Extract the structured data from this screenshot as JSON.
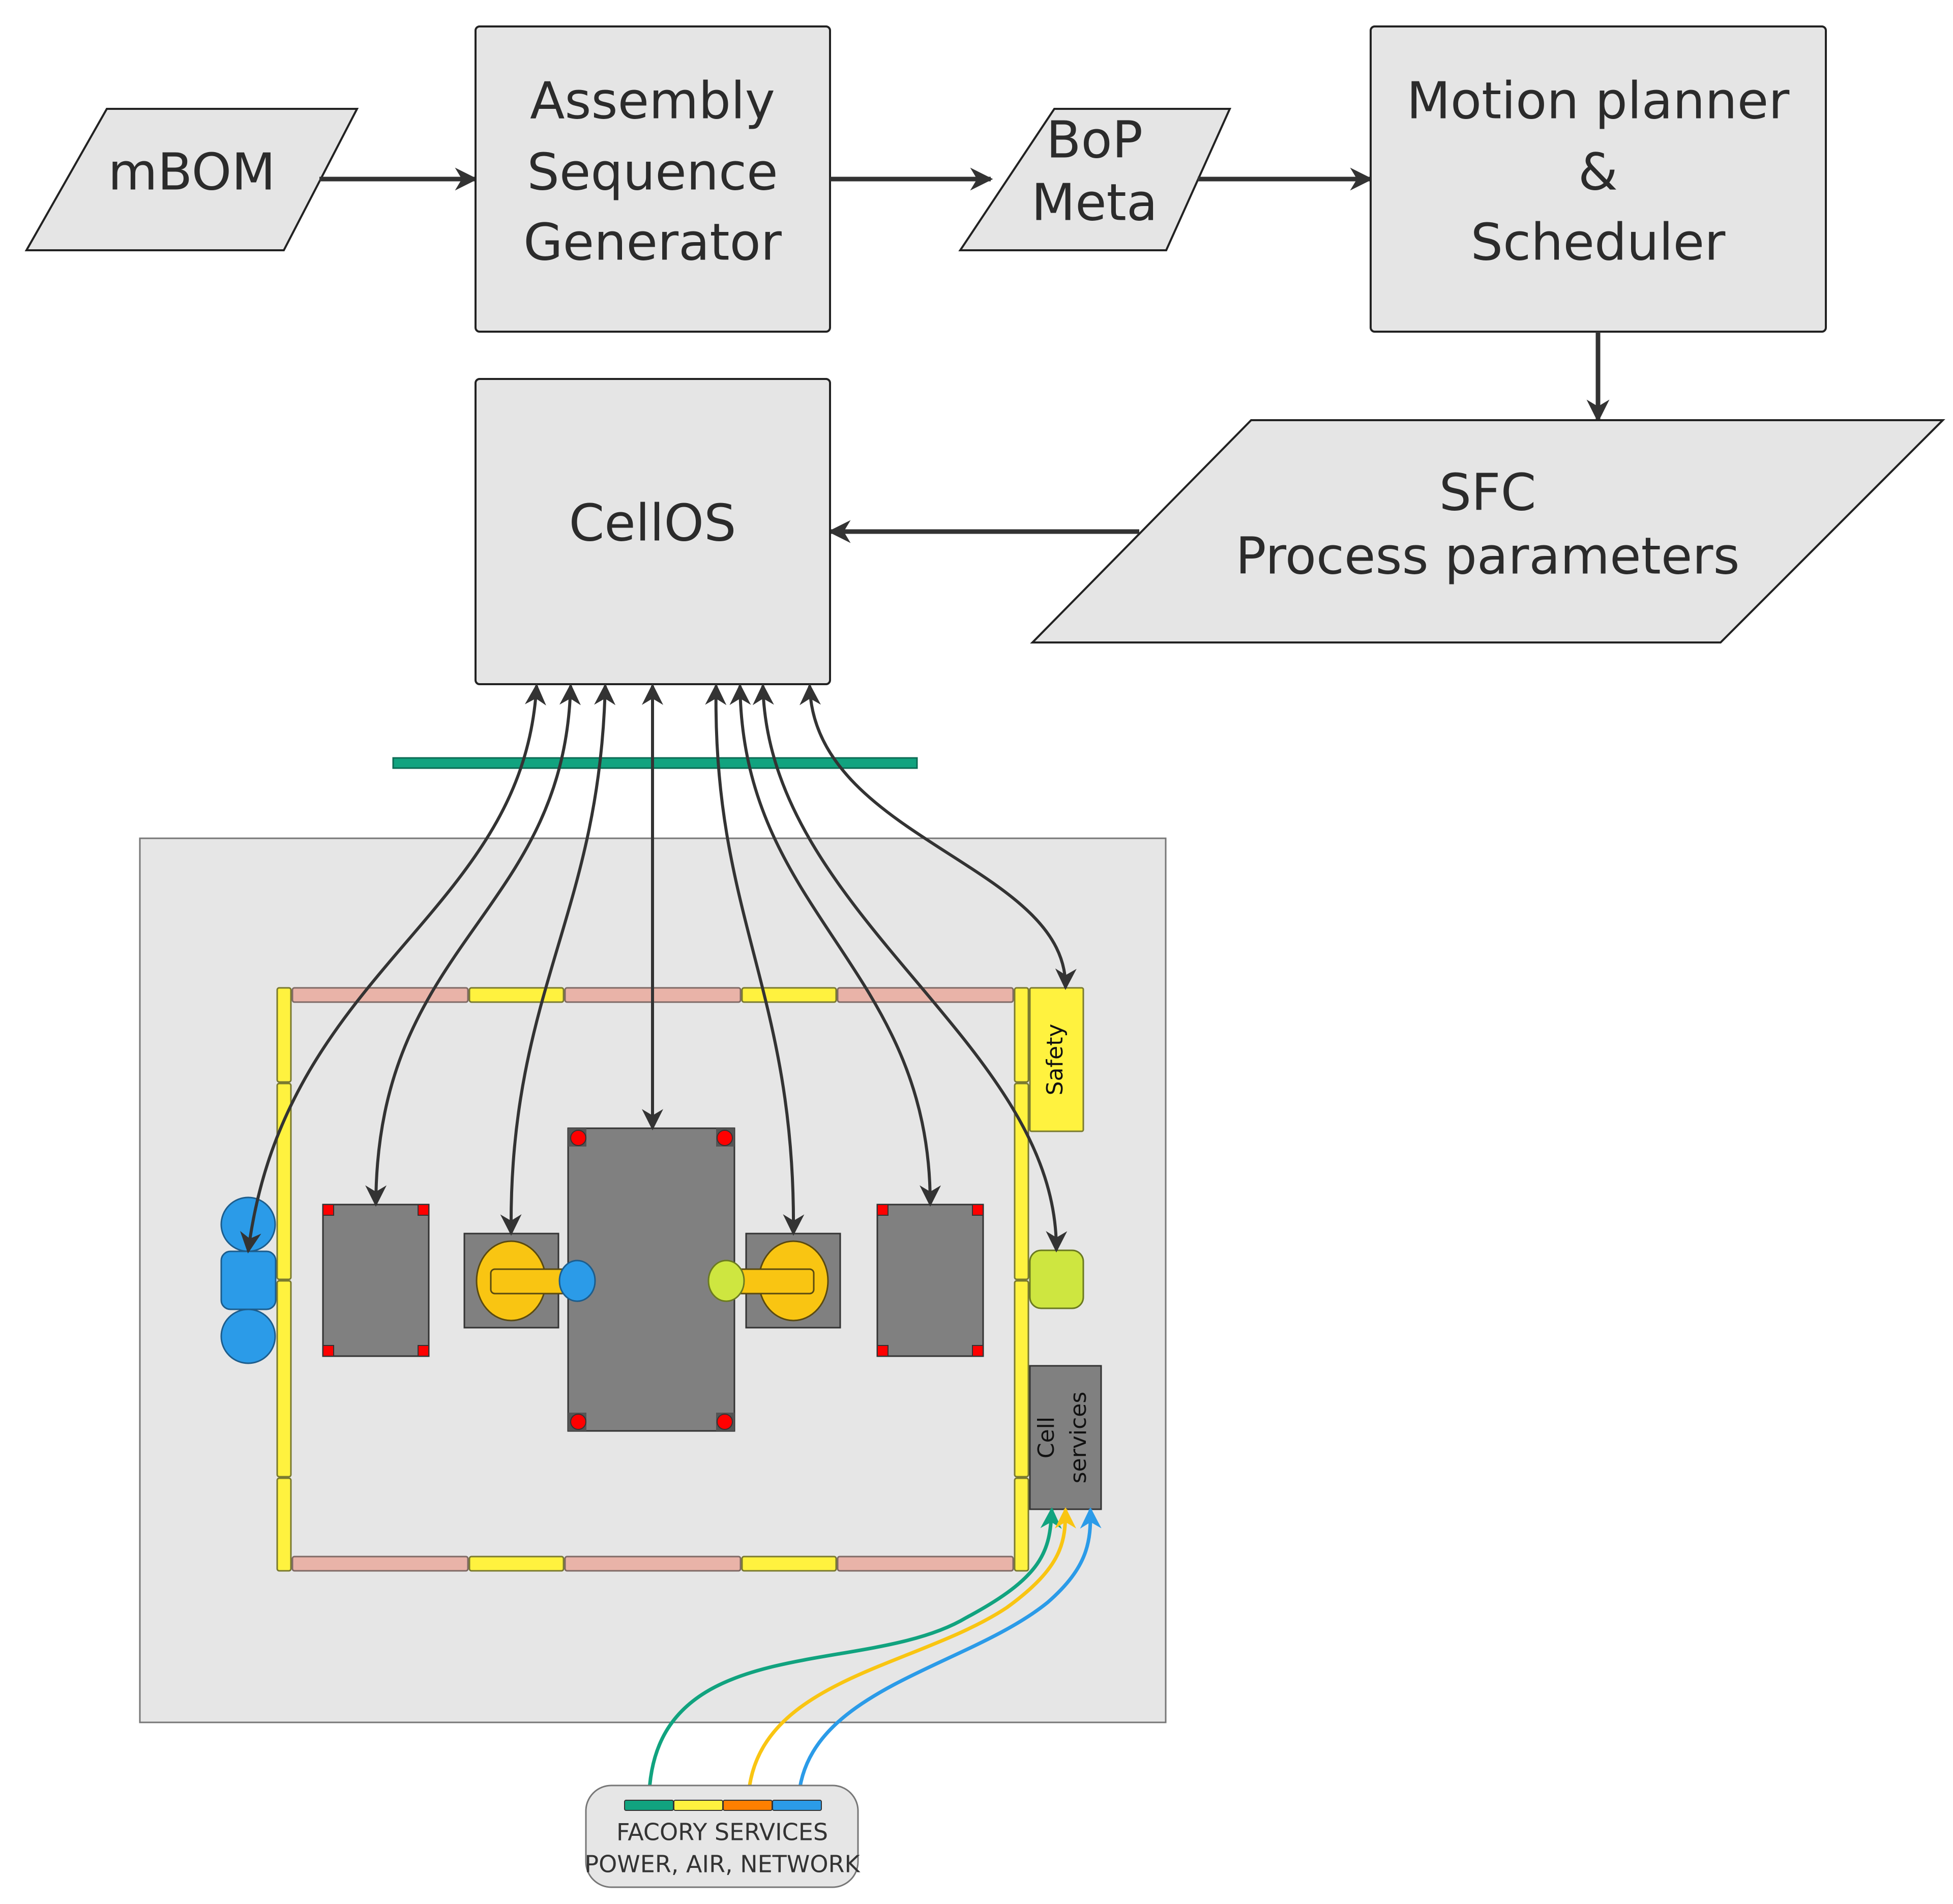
{
  "nodes": {
    "mbom": {
      "lines": [
        "mBOM"
      ]
    },
    "asg": {
      "lines": [
        "Assembly",
        "Sequence",
        "Generator"
      ]
    },
    "bop": {
      "lines": [
        "BoP",
        "Meta"
      ]
    },
    "motion": {
      "lines": [
        "Motion planner",
        "&",
        "Scheduler"
      ]
    },
    "sfc": {
      "lines": [
        "SFC",
        "Process parameters"
      ]
    },
    "cellos": {
      "lines": [
        "CellOS"
      ]
    }
  },
  "cell": {
    "safety_label": "Safety",
    "cell_services_lines": [
      "Cell",
      "services"
    ]
  },
  "factory_services": {
    "lines": [
      "FACORY SERVICES",
      "POWER, AIR, NETWORK"
    ],
    "ports": [
      {
        "name": "network",
        "color": "#11a37f"
      },
      {
        "name": "power",
        "color": "#fff23f"
      },
      {
        "name": "air",
        "color": "#ff7f00"
      },
      {
        "name": "data",
        "color": "#2b9be8"
      }
    ]
  },
  "service_lines": [
    {
      "color": "#11a37f"
    },
    {
      "color": "#f9c512"
    },
    {
      "color": "#2b9be8"
    }
  ],
  "colors": {
    "bus": "#11a37f",
    "fence_yellow": "#fff23f",
    "fence_pink": "#e9b3a8",
    "station_gray": "#808080",
    "robot_yellow": "#f9c512",
    "tool_blue": "#2b9be8",
    "tool_lime": "#cee640"
  }
}
